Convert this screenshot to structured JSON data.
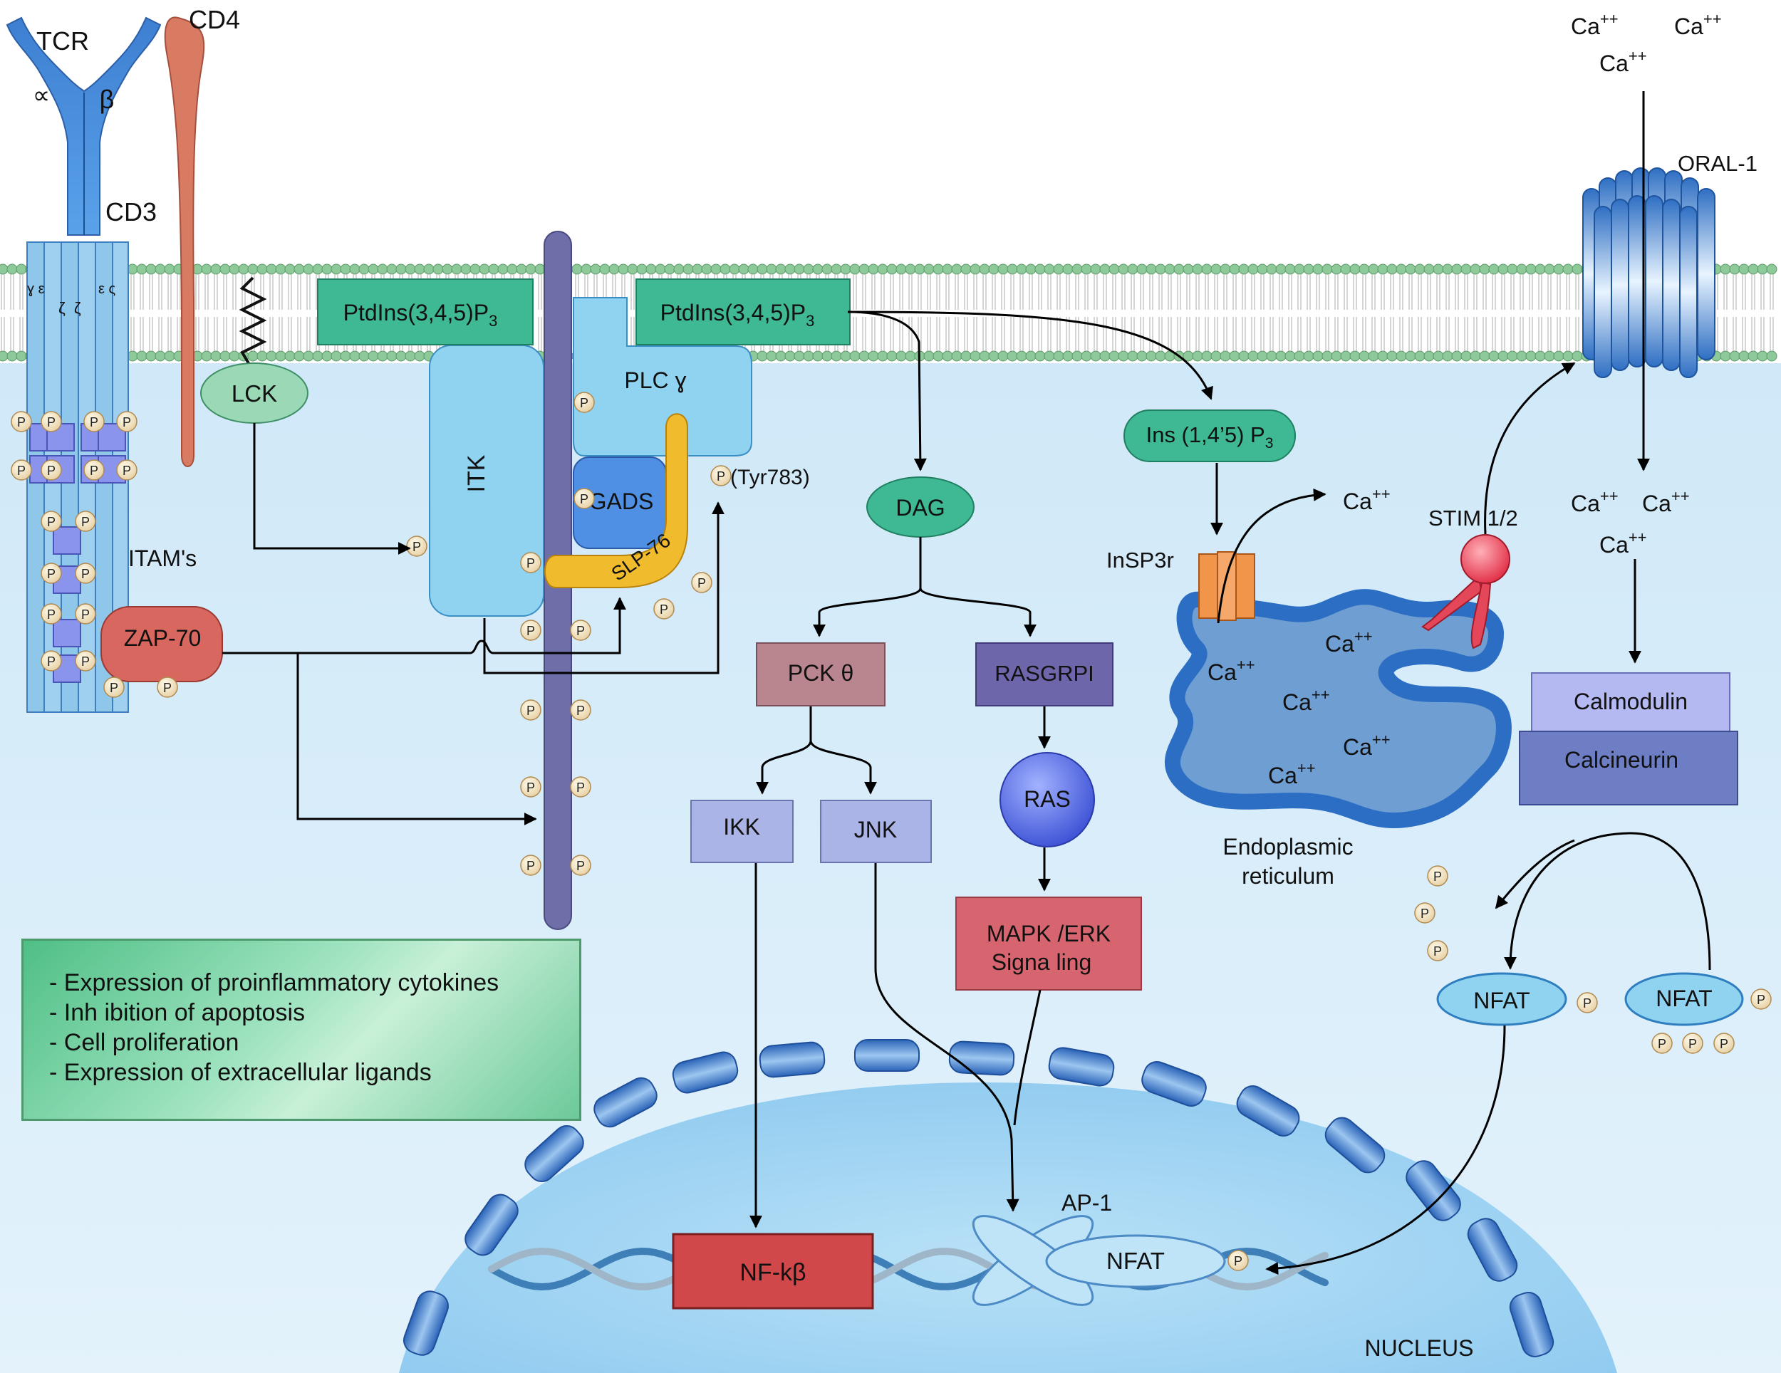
{
  "receptor": {
    "tcr": "TCR",
    "alpha": "∝",
    "beta": "β",
    "cd3": "CD3",
    "cd4": "CD4",
    "chain_gamma_epsilon": "ɣ ε",
    "chain_zeta_zeta": "ζ  ζ",
    "chain_epsilon_zeta": "ε ς",
    "itams": "ITAM's",
    "zap70": "ZAP-70",
    "lck": "LCK"
  },
  "membrane": {
    "pip3_left": "PtdIns(3,4,5)P",
    "pip3_right": "PtdIns(3,4,5)P",
    "pip3_sub": "3"
  },
  "signalosome": {
    "itk": "ITK",
    "plc": "PLC ɣ",
    "gads": "GADS",
    "slp76": "SLP-76",
    "tyr783": "(Tyr783)",
    "phospho": "P"
  },
  "pathways": {
    "dag": "DAG",
    "pck": "PCK θ",
    "rasgrp": "RASGRPI",
    "ikk": "IKK",
    "jnk": "JNK",
    "ras": "RAS",
    "mapk_line1": "MAPK /ERK",
    "mapk_line2": "Signa ling",
    "ip3": "Ins (1,4’5) P",
    "ip3_sub": "3",
    "insp3r": "InSP3r",
    "stim": "STIM 1/2",
    "orai": "ORAL-1",
    "calmodulin": "Calmodulin",
    "calcineurin": "Calcineurin",
    "nfat": "NFAT"
  },
  "calcium": {
    "ion": "Ca",
    "charge": "++"
  },
  "er": {
    "line1": "Endoplasmic",
    "line2": "reticulum"
  },
  "nucleus": {
    "label": "NUCLEUS",
    "nfkb": "NF-kβ",
    "ap1": "AP-1",
    "nfat": "NFAT"
  },
  "outcomes": [
    "- Expression of proinflammatory cytokines",
    "- Inh ibition of apoptosis",
    "- Cell proliferation",
    "- Expression of extracellular ligands"
  ],
  "colors": {
    "cytoplasm": "#d4ecfa",
    "membrane": "#8ec99a",
    "receptor_blue": "#4f8fd6",
    "cd4": "#d97a62",
    "pip3": "#3fb894",
    "itk": "#8fd3f1",
    "slp76": "#f1bb2e",
    "pck": "#b9858f",
    "rasgrp": "#6e66ab",
    "ikk_jnk": "#aab4e6",
    "mapk": "#d7656f",
    "nfkb": "#d1484a",
    "calmodulin": "#b5b9f2",
    "calcineurin": "#6d7ec4",
    "er": "#6f9ed3",
    "nucleus": "#a3d6f2",
    "outcome_box": "#7fd4a8"
  }
}
